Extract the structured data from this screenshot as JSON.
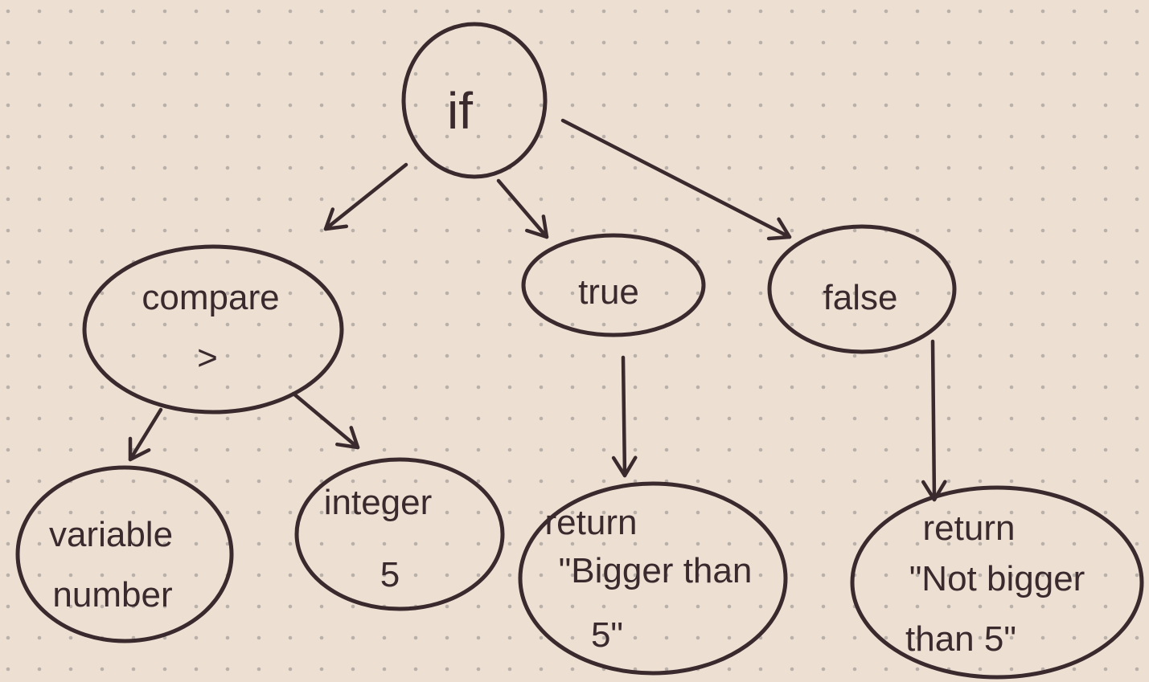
{
  "colors": {
    "paper": "#ede0d3",
    "ink": "#3a2a2e",
    "dots": "#b9b0aa"
  },
  "nodes": {
    "if": {
      "lines": [
        "if"
      ]
    },
    "compare": {
      "lines": [
        "compare",
        ">"
      ]
    },
    "true": {
      "lines": [
        "true"
      ]
    },
    "false": {
      "lines": [
        "false"
      ]
    },
    "variable": {
      "lines": [
        "variable",
        "number"
      ]
    },
    "integer": {
      "lines": [
        "integer",
        "5"
      ]
    },
    "bigger": {
      "lines": [
        "return",
        "\"Bigger than",
        "5\""
      ]
    },
    "notbigger": {
      "lines": [
        "return",
        "\"Not bigger",
        "than 5\""
      ]
    }
  },
  "edges": [
    {
      "from": "if",
      "to": "compare"
    },
    {
      "from": "if",
      "to": "true"
    },
    {
      "from": "if",
      "to": "false"
    },
    {
      "from": "compare",
      "to": "variable"
    },
    {
      "from": "compare",
      "to": "integer"
    },
    {
      "from": "true",
      "to": "bigger"
    },
    {
      "from": "false",
      "to": "notbigger"
    }
  ]
}
